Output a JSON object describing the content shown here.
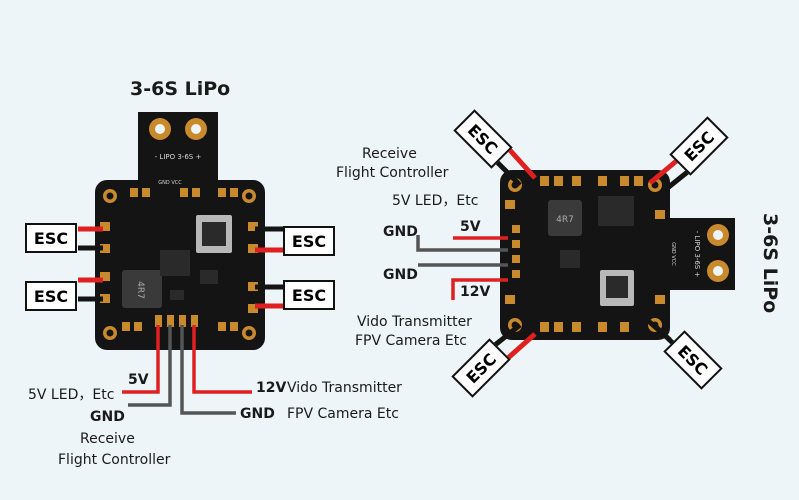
{
  "left": {
    "title": "3-6S LiPo",
    "esc_labels": [
      "ESC",
      "ESC",
      "ESC",
      "ESC"
    ],
    "board_text": {
      "lipo": "- LIPO 3-6S +",
      "gnd_vcc": "GND VCC",
      "chip": "4R7"
    },
    "labels": {
      "v5_tag": "5V",
      "v5_led": "5V LED，Etc",
      "gnd1": "GND",
      "receive": "Receive",
      "flight_controller": "Flight Controller",
      "v12_tag": "12V",
      "vido": "Vido Transmitter",
      "gnd2": "GND",
      "fpv": "FPV Camera Etc"
    }
  },
  "right": {
    "title": "3-6S LiPo",
    "esc_labels": [
      "ESC",
      "ESC",
      "ESC",
      "ESC"
    ],
    "board_text": {
      "lipo": "- LIPO 3-6S +",
      "gnd_vcc": "GND VCC",
      "chip": "4R7"
    },
    "labels": {
      "receive": "Receive",
      "flight_controller": "Flight Controller",
      "v5_led": "5V LED，Etc",
      "v5_tag": "5V",
      "gnd1": "GND",
      "gnd2": "GND",
      "v12_tag": "12V",
      "vido": "Vido Transmitter",
      "fpv": "FPV Camera Etc"
    }
  },
  "colors": {
    "board": "#141414",
    "pad": "#c98a2e",
    "red_wire": "#e02020",
    "wire_grey": "#555555"
  }
}
